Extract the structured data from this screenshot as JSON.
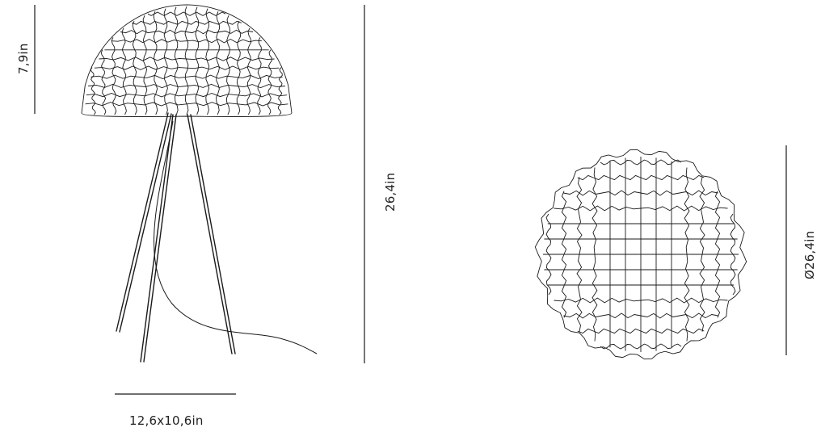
{
  "dimensions": {
    "shade_height": "7,9in",
    "total_height": "26,4in",
    "base_size": "12,6x10,6in",
    "shade_diameter": "Ø26,4in"
  },
  "colors": {
    "line": "#1a1a1a",
    "background": "#ffffff"
  }
}
